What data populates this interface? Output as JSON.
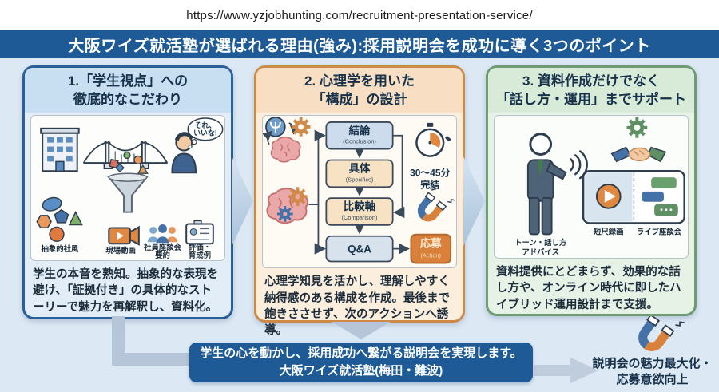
{
  "header": {
    "url": "https://www.yzjobhunting.com/recruitment-presentation-service/",
    "title": "大阪ワイズ就活塾が選ばれる理由(強み):採用説明会を成功に導く3つのポイント"
  },
  "panel1": {
    "title_line1": "1.「学生視点」への",
    "title_line2": "徹底的なこだわり",
    "thought_bubble_line1": "それ、",
    "thought_bubble_line2": "いいな!",
    "label_abstract": "抽象的社風",
    "label_video": "現場動画",
    "label_roundtable_line1": "社員座談会",
    "label_roundtable_line2": "要約",
    "label_eval_line1": "評価・",
    "label_eval_line2": "育成例",
    "caption": "学生の本音を熟知。抽象的な表現を避け、「証拠付き」の具体的なストーリーで魅力を再解釈し、資料化。"
  },
  "panel2": {
    "title_line1": "2. 心理学を用いた",
    "title_line2": "「構成」の設計",
    "steps": [
      {
        "jp": "結論",
        "en": "(Conclusion)"
      },
      {
        "jp": "具体",
        "en": "(Specifics)"
      },
      {
        "jp": "比較軸",
        "en": "(Comparison)"
      },
      {
        "jp": "Q&A",
        "en": ""
      },
      {
        "jp": "応募",
        "en": "(Action)"
      }
    ],
    "timer_line1": "30〜45分",
    "timer_line2": "完結",
    "caption": "心理学知見を活かし、理解しやすく納得感のある構成を作成。最後まで飽きささせず、次のアクションへ誘導。"
  },
  "panel3": {
    "title_line1": "3. 資料作成だけでなく",
    "title_line2": "「話し方・運用」までサポート",
    "label_tone_line1": "トーン・話し方",
    "label_tone_line2": "アドバイス",
    "label_short_video": "短尺録画",
    "label_live": "ライブ座談会",
    "caption": "資料提供にとどまらず、効果的な話し方や、オンライン時代に即したハイブリッド運用設計まで支援。"
  },
  "footer": {
    "bar_line1": "学生の心を動かし、採用成功へ繋がる説明会を実現します。",
    "bar_line2": "大阪ワイズ就活塾(梅田・難波)",
    "outcome_line1": "説明会の魅力最大化・",
    "outcome_line2": "応募意欲向上"
  },
  "colors": {
    "title_bar_bg": "#1d5a96",
    "page_bg": "#dce9f5",
    "panel1_accent": "#2a6099",
    "panel2_accent": "#cd8948",
    "panel3_accent": "#6d9c70",
    "action_orange": "#d9813b",
    "connector_gray": "#b6c5d8",
    "footer_bar_bg": "#1d5a96"
  }
}
